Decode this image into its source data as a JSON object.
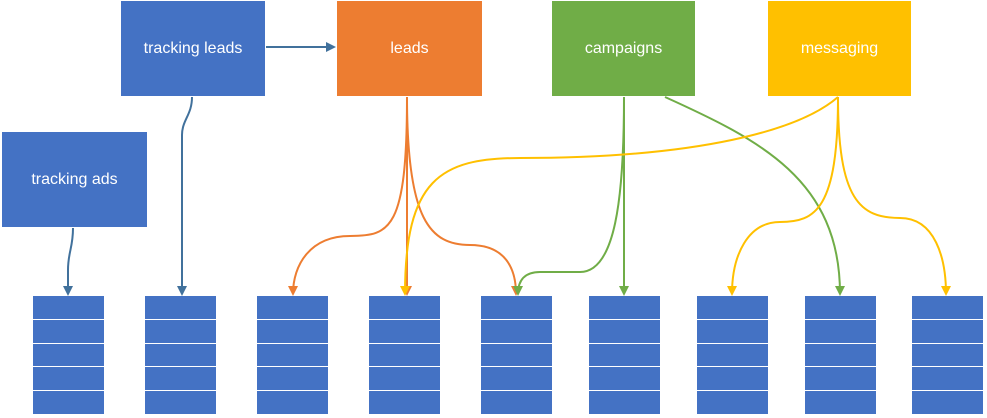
{
  "colors": {
    "tracking": "#4472C4",
    "leads": "#ED7D31",
    "campaigns": "#70AD47",
    "messaging": "#FFC000",
    "tracking_edge": "#41719C",
    "table": "#4472C4"
  },
  "nodes": {
    "tracking_ads": "tracking ads",
    "tracking_leads": "tracking leads",
    "leads": "leads",
    "campaigns": "campaigns",
    "messaging": "messaging"
  },
  "tables": [
    {
      "rows": 5
    },
    {
      "rows": 5
    },
    {
      "rows": 5
    },
    {
      "rows": 5
    },
    {
      "rows": 5
    },
    {
      "rows": 5
    },
    {
      "rows": 5
    },
    {
      "rows": 5
    },
    {
      "rows": 5
    }
  ]
}
